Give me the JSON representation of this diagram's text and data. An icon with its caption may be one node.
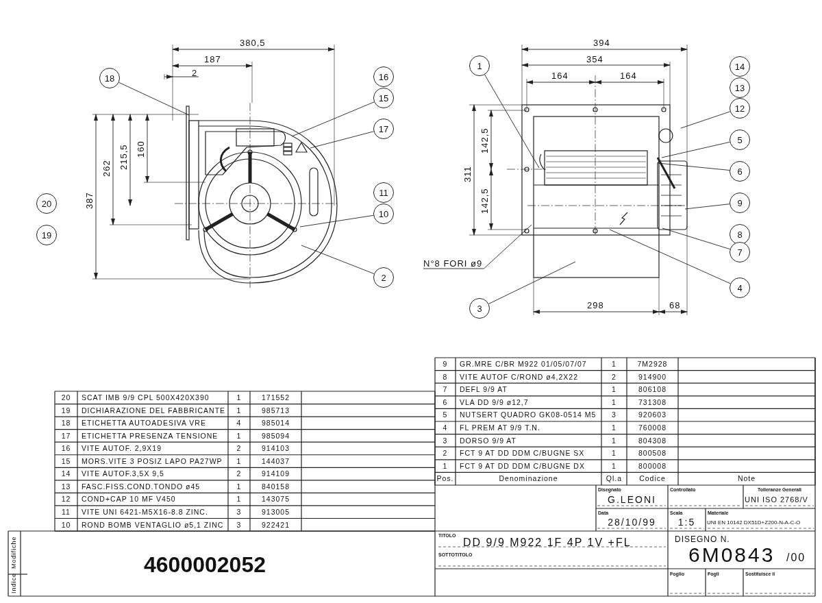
{
  "diagram": {
    "nodes": [
      {
        "text": [
          "18"
        ]
      },
      {
        "text": [
          "16"
        ]
      },
      {
        "text": [
          "15"
        ]
      },
      {
        "text": [
          "17"
        ]
      },
      {
        "text": [
          "11"
        ]
      },
      {
        "text": [
          "10"
        ]
      },
      {
        "text": [
          "20"
        ]
      },
      {
        "text": [
          "19"
        ]
      },
      {
        "text": [
          "2"
        ]
      },
      {
        "text": [
          "1"
        ]
      },
      {
        "text": [
          "14"
        ]
      },
      {
        "text": [
          "13"
        ]
      },
      {
        "text": [
          "12"
        ]
      },
      {
        "text": [
          "5"
        ]
      },
      {
        "text": [
          "6"
        ]
      },
      {
        "text": [
          "9"
        ]
      },
      {
        "text": [
          "8"
        ]
      },
      {
        "text": [
          "7"
        ]
      },
      {
        "text": [
          "4"
        ]
      },
      {
        "text": [
          "N°8 FORI ø9"
        ]
      },
      {
        "text": [
          "3"
        ]
      }
    ],
    "edges": [
      {
        "from": 0,
        "to": null,
        "arrow": "none"
      },
      {
        "from": 2,
        "to": null,
        "arrow": "none"
      },
      {
        "from": 3,
        "to": null,
        "arrow": "none"
      },
      {
        "from": 5,
        "to": null,
        "arrow": "none"
      },
      {
        "from": 8,
        "to": null,
        "arrow": "none"
      },
      {
        "from": 9,
        "to": null,
        "arrow": "none"
      },
      {
        "from": 12,
        "to": null,
        "arrow": "none"
      },
      {
        "from": 13,
        "to": null,
        "arrow": "none"
      },
      {
        "from": 14,
        "to": null,
        "arrow": "none"
      },
      {
        "from": 15,
        "to": null,
        "arrow": "none"
      },
      {
        "from": 17,
        "to": null,
        "arrow": "none"
      },
      {
        "from": 18,
        "to": null,
        "arrow": "none"
      },
      {
        "from": 19,
        "to": null,
        "arrow": "none"
      },
      {
        "from": 20,
        "to": null,
        "arrow": "none"
      }
    ],
    "labels": [
      "380,5",
      "187",
      "2",
      "387",
      "262",
      "215,5",
      "160",
      "394",
      "354",
      "164",
      "164",
      "311",
      "142,5",
      "142,5",
      "298",
      "68",
      "20",
      "SCAT IMB 9/9 CPL 500X420X390",
      "1",
      "171552",
      "19",
      "DICHIARAZIONE DEL FABBRICANTE",
      "1",
      "985713",
      "18",
      "ETICHETTA AUTOADESIVA VRE",
      "4",
      "985014",
      "17",
      "ETICHETTA PRESENZA TENSIONE",
      "1",
      "985094",
      "16",
      "VITE AUTOF. 2,9X19",
      "2",
      "914103",
      "15",
      "MORS.VITE 3 POSIZ LAPO PA27WP",
      "1",
      "144037",
      "14",
      "VITE AUTOF.3,5X 9,5",
      "2",
      "914109",
      "13",
      "FASC.FISS.COND.TONDO ø45",
      "1",
      "840158",
      "12",
      "COND+CAP 10 MF V450",
      "1",
      "143075",
      "11",
      "VITE UNI 6421-M5X16-8.8 ZINC.",
      "3",
      "913005",
      "10",
      "ROND BOMB VENTAGLIO ø5,1 ZINC",
      "3",
      "922421",
      "9",
      "GR.MRE C/BR M922 01/05/07/07",
      "1",
      "7M2928",
      "8",
      "VITE AUTOF C/ROND ø4,2X22",
      "2",
      "914900",
      "7",
      "DEFL 9/9 AT",
      "1",
      "806108",
      "6",
      "VLA DD 9/9 ø12,7",
      "1",
      "731308",
      "5",
      "NUTSERT QUADRO GK08-0514 M5",
      "3",
      "920603",
      "4",
      "FL PREM AT 9/9 T.N.",
      "1",
      "760008",
      "3",
      "DORSO 9/9 AT",
      "1",
      "804308",
      "2",
      "FCT 9 AT DD DDM C/BUGNE SX",
      "1",
      "800508",
      "1",
      "FCT 9 AT DD DDM C/BUGNE DX",
      "1",
      "800008",
      "Pos.",
      "Denominazione",
      "Ql.a",
      "Codice",
      "Note",
      "Disegnato",
      "G.LEONI",
      "Controllato",
      "Tolleranze Generali",
      "UNI ISO 2768/V",
      "Data",
      "28/10/99",
      "Scala",
      "1:5",
      "Materiale",
      "UNI EN 10142 DX51D+Z200-N-A-C-O",
      "TITOLO",
      "DD 9/9 M922 1F 4P 1V +FL",
      "SOTTOTITOLO",
      "DISEGNO N.",
      "6M0843",
      "/00",
      "Foglio",
      "Fogli",
      "Sostituisce il",
      "Modifiche",
      "Indice",
      "4600002052"
    ]
  }
}
